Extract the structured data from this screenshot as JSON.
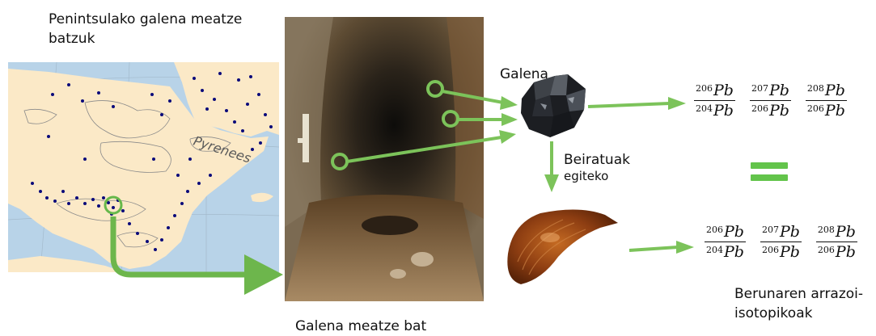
{
  "map": {
    "title": "Penintsulako galena meatze batzuk",
    "pyrenees_label": "Pyrenees",
    "colors": {
      "sea": "#b8d3e8",
      "land": "#fbe9c7",
      "dots": "#0a0a7a",
      "highlight": "#66b84a"
    }
  },
  "mine": {
    "caption": "Galena meatze bat"
  },
  "galena": {
    "caption": "Galena"
  },
  "glass": {
    "caption_line1": "Beiratuak",
    "caption_line2": "egiteko"
  },
  "isotope_ratios": {
    "element": "Pb",
    "ratios": [
      {
        "num_mass": "206",
        "den_mass": "204"
      },
      {
        "num_mass": "207",
        "den_mass": "206"
      },
      {
        "num_mass": "208",
        "den_mass": "206"
      }
    ],
    "caption_line1": "Berunaren arrazoi-",
    "caption_line2": "isotopikoak"
  },
  "colors": {
    "arrow": "#7cc35a",
    "equals": "#63c44b"
  }
}
